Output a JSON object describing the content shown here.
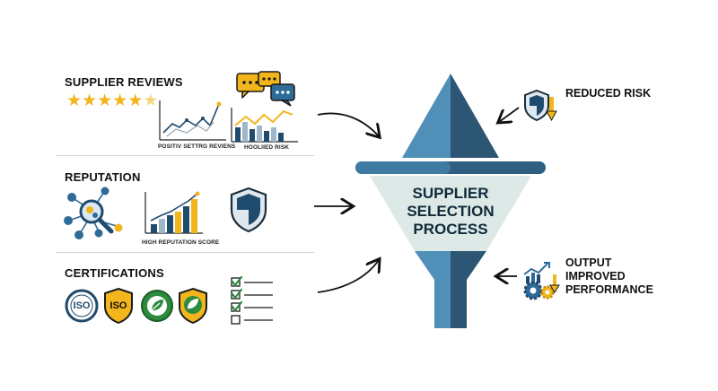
{
  "sections": {
    "reviews": {
      "title": "SUPPLIER REVIEWS",
      "rating_stars": 5,
      "caption_left": "POSITIV SETTRG REVIENS",
      "caption_right": "HOOLIIED RISK"
    },
    "reputation": {
      "title": "REPUTATION",
      "caption": "HIGH REPUTATION SCORE"
    },
    "certifications": {
      "title": "CERTIFICATIONS",
      "badges": [
        "ISO",
        "ISO"
      ]
    }
  },
  "funnel": {
    "line1": "SUPPLIER",
    "line2": "SELECTION",
    "line3": "PROCESS"
  },
  "outputs": {
    "risk": {
      "label": "REDUCED RISK"
    },
    "performance": {
      "line1": "OUTPUT",
      "line2": "IMPROVED",
      "line3": "PERFORMANCE"
    }
  },
  "colors": {
    "funnel_light": "#4f8fb8",
    "funnel_dark": "#2c5673",
    "funnel_body": "#dce9e6",
    "gold": "#f2b51c",
    "navy": "#1e4a6b",
    "green": "#2e8b3e"
  }
}
